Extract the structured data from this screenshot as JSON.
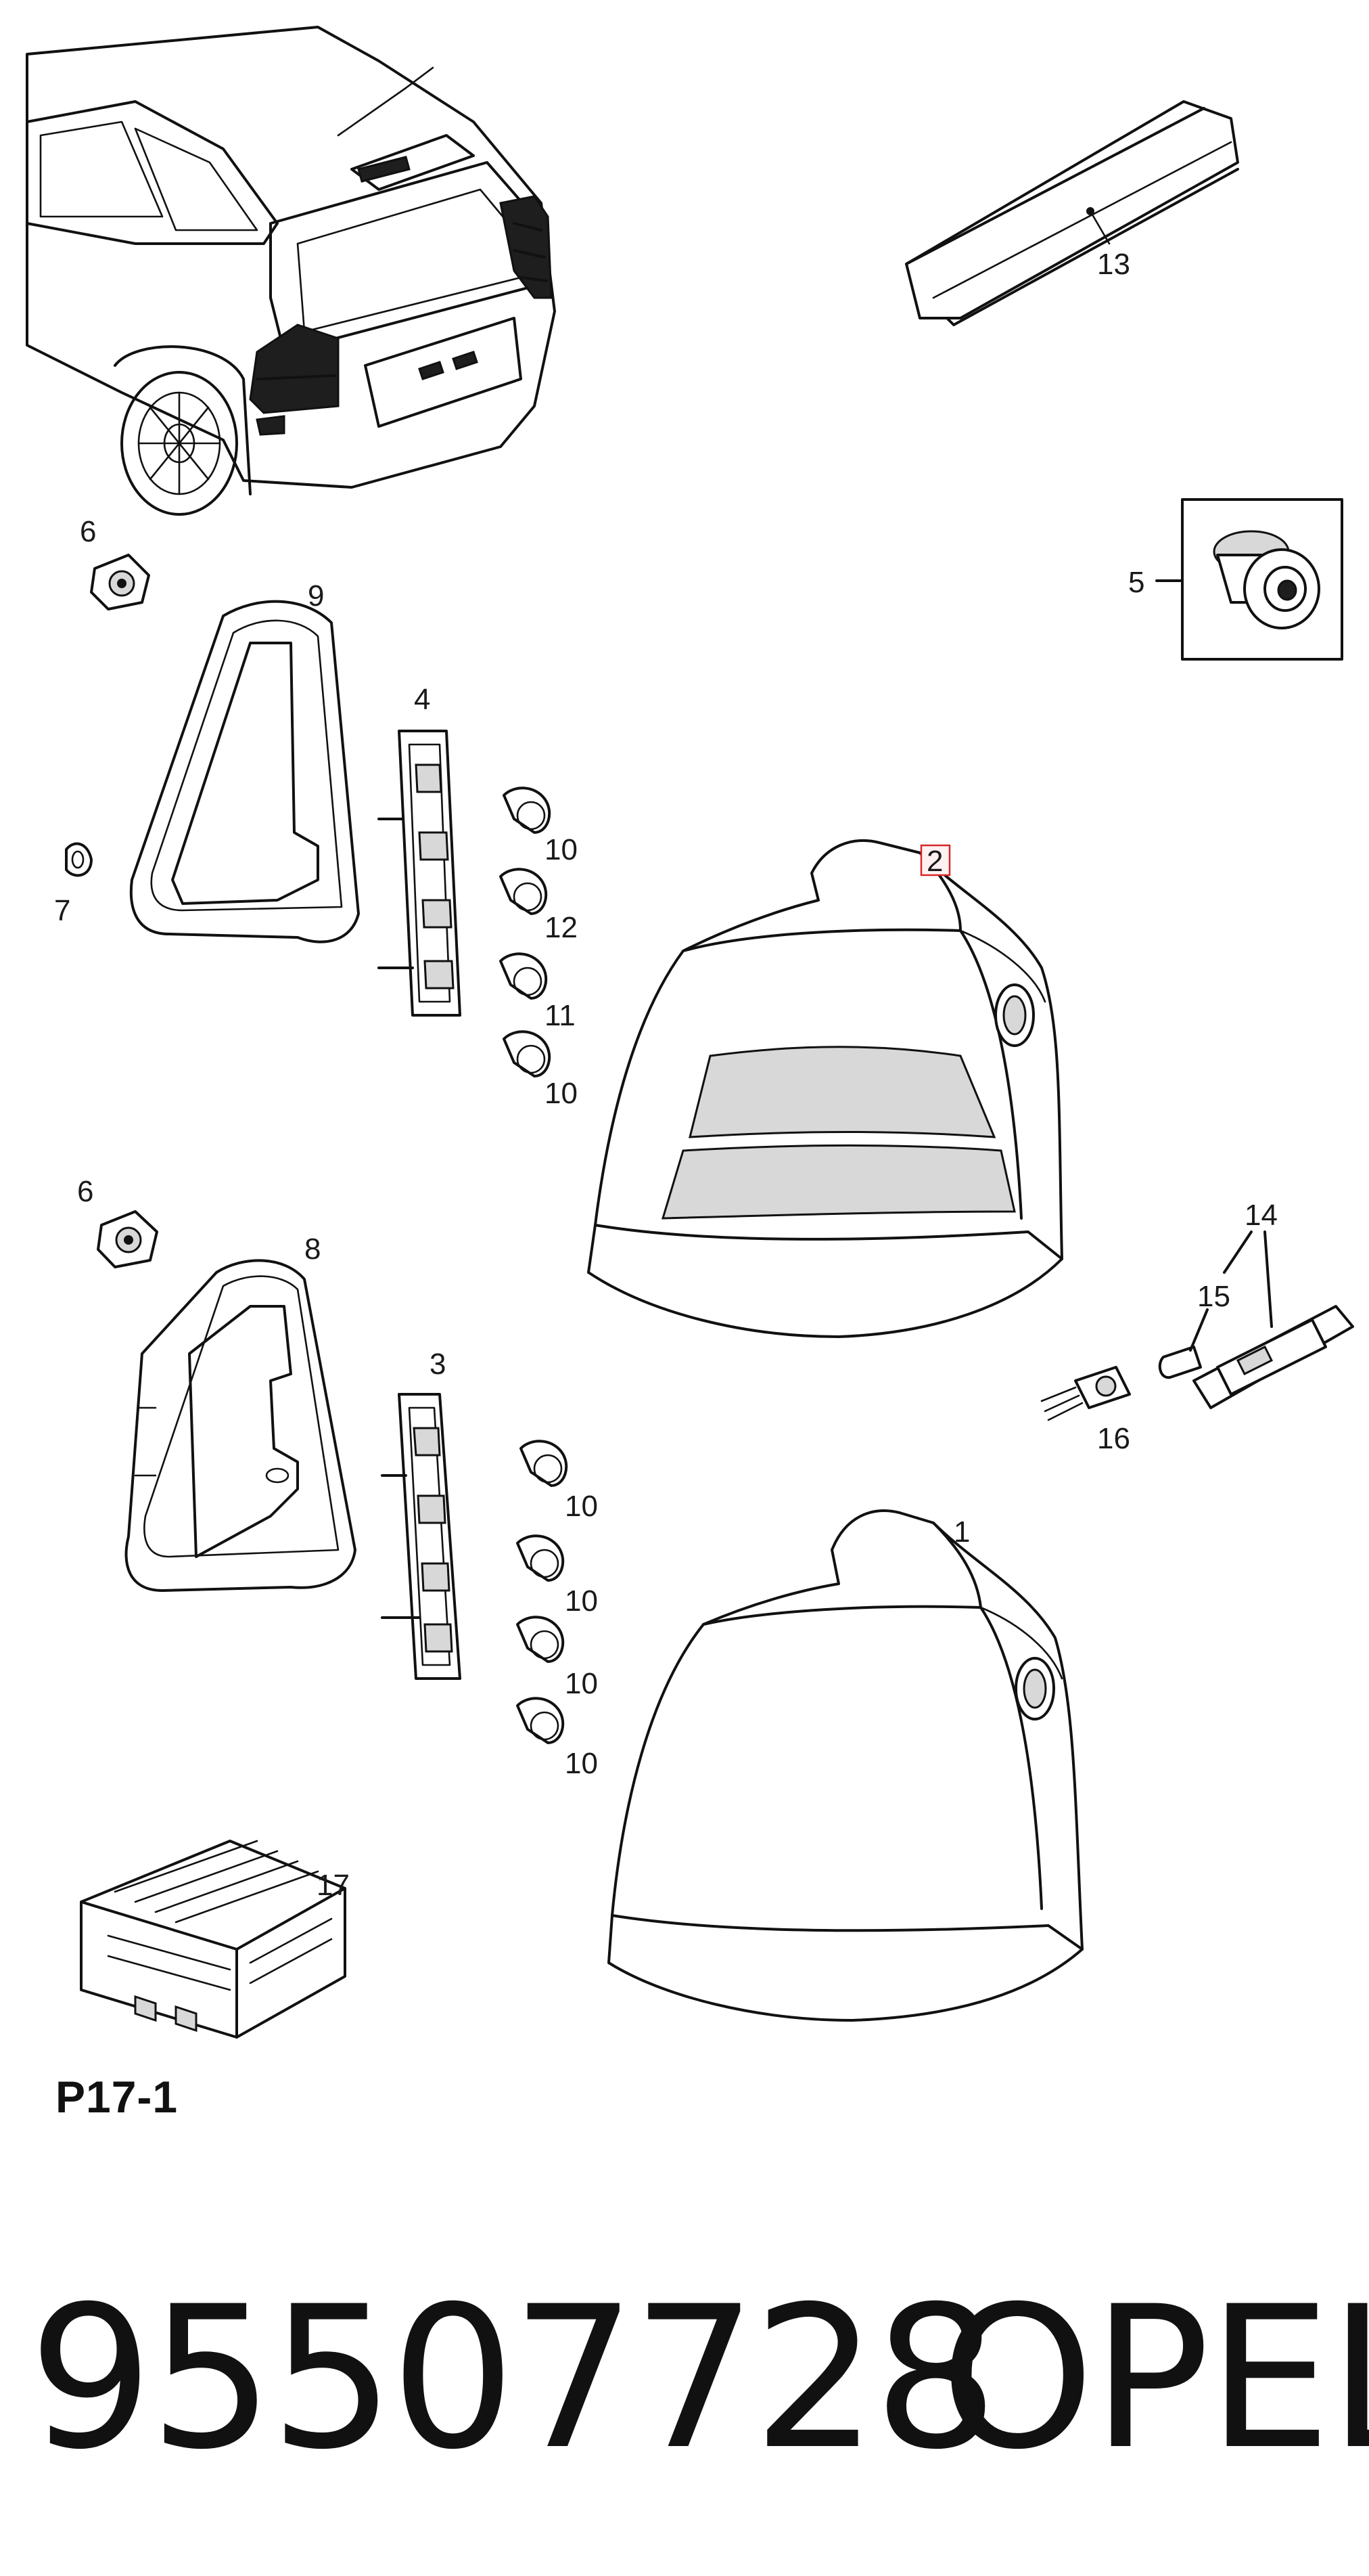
{
  "diagram": {
    "page_ref": "P17-1",
    "part_number": "95507728",
    "brand": "OPEL",
    "highlight_color": "#d62828",
    "callouts": {
      "c1": "1",
      "c2": "2",
      "c3": "3",
      "c4": "4",
      "c5": "5",
      "c6a": "6",
      "c6b": "6",
      "c7": "7",
      "c8": "8",
      "c9": "9",
      "c10a": "10",
      "c10b": "10",
      "c10c": "10",
      "c10d": "10",
      "c10e": "10",
      "c10f": "10",
      "c11": "11",
      "c12": "12",
      "c13": "13",
      "c14": "14",
      "c15": "15",
      "c16": "16",
      "c17": "17"
    }
  }
}
